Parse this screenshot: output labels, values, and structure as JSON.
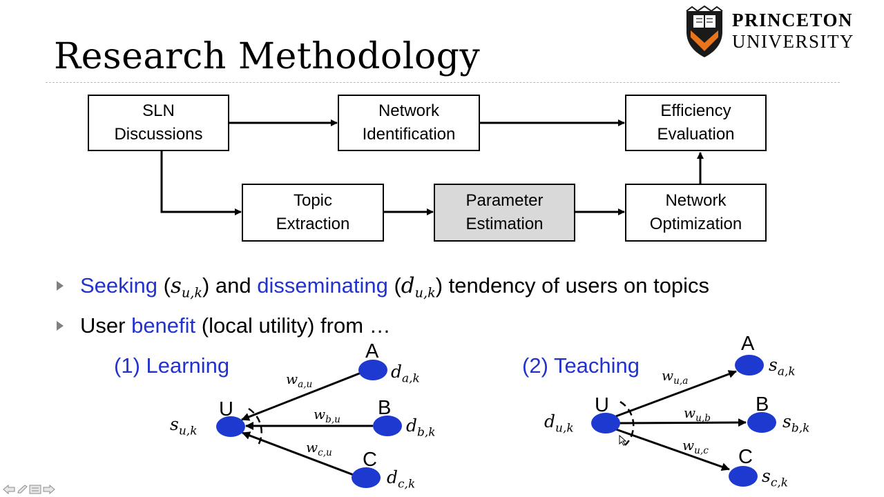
{
  "title": "Research Methodology",
  "logo": {
    "line1": "PRINCETON",
    "line2": "UNIVERSITY"
  },
  "flowchart": {
    "boxes": [
      {
        "id": "sln",
        "lines": [
          "SLN",
          "Discussions"
        ]
      },
      {
        "id": "netid",
        "lines": [
          "Network",
          "Identification"
        ]
      },
      {
        "id": "eff",
        "lines": [
          "Efficiency",
          "Evaluation"
        ]
      },
      {
        "id": "topic",
        "lines": [
          "Topic",
          "Extraction"
        ]
      },
      {
        "id": "param",
        "lines": [
          "Parameter",
          "Estimation"
        ]
      },
      {
        "id": "netopt",
        "lines": [
          "Network",
          "Optimization"
        ]
      }
    ]
  },
  "bullets": [
    {
      "seg1": "Seeking",
      "seg2": " (",
      "m_base": "s",
      "m_sub": "u,k",
      "seg3": ") and ",
      "seg4": "disseminating",
      "seg5": " (",
      "m2_base": "d",
      "m2_sub": "u,k",
      "seg6": ") tendency of users on topics"
    },
    {
      "seg1": "User ",
      "seg2": "benefit",
      "seg3": " (local utility) from …"
    }
  ],
  "learning": {
    "title": "(1) Learning",
    "u_letter": "U",
    "u_base": "s",
    "u_sub": "u,k",
    "a_letter": "A",
    "a_base": "d",
    "a_sub": "a,k",
    "b_letter": "B",
    "b_base": "d",
    "b_sub": "b,k",
    "c_letter": "C",
    "c_base": "d",
    "c_sub": "c,k",
    "wa_base": "w",
    "wa_sub": "a,u",
    "wb_base": "w",
    "wb_sub": "b,u",
    "wc_base": "w",
    "wc_sub": "c,u"
  },
  "teaching": {
    "title": "(2) Teaching",
    "u_letter": "U",
    "u_base": "d",
    "u_sub": "u,k",
    "a_letter": "A",
    "a_base": "s",
    "a_sub": "a,k",
    "b_letter": "B",
    "b_base": "s",
    "b_sub": "b,k",
    "c_letter": "C",
    "c_base": "s",
    "c_sub": "c,k",
    "wa_base": "w",
    "wa_sub": "u,a",
    "wb_base": "w",
    "wb_sub": "u,b",
    "wc_base": "w",
    "wc_sub": "u,c"
  },
  "colors": {
    "node": "#1d39d0",
    "accent_text": "#2233cc",
    "shaded_box": "#d9d9d9"
  },
  "icons": [
    "princeton-shield-icon",
    "prev-slide-icon",
    "pen-icon",
    "menu-icon",
    "next-slide-icon",
    "mouse-pointer-icon"
  ]
}
